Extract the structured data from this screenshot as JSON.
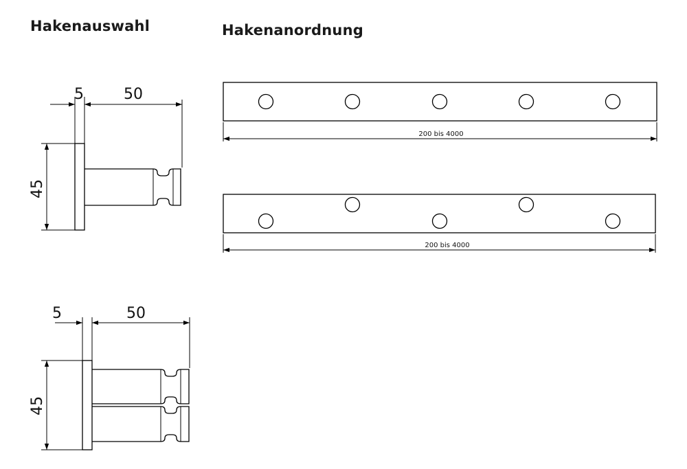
{
  "headings": {
    "selection": "Hakenauswahl",
    "arrangement": "Hakenanordnung"
  },
  "single_hook": {
    "dim_plate": "5",
    "dim_length": "50",
    "dim_height": "45"
  },
  "double_hook": {
    "dim_plate": "5",
    "dim_length": "50",
    "dim_height": "45"
  },
  "rail_straight": {
    "length_label": "200 bis 4000"
  },
  "rail_staggered": {
    "length_label": "200 bis 4000"
  }
}
